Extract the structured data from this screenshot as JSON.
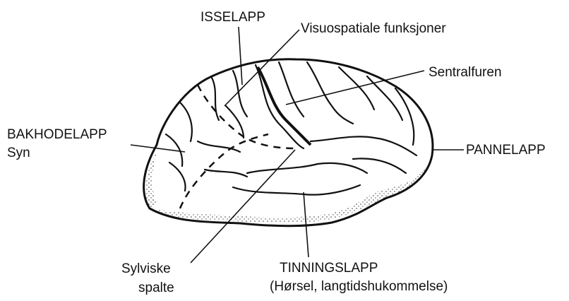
{
  "labels": {
    "isselapp": "ISSELAPP",
    "visuospatial": "Visuospatiale funksjoner",
    "sentralfuren": "Sentralfuren",
    "bakhodelapp": "BAKHODELAPP",
    "syn": "Syn",
    "pannelapp": "PANNELAPP",
    "sylviske": "Sylviske",
    "spalte": "spalte",
    "tinningslapp": "TINNINGSLAPP",
    "tinningslapp_desc": "(Hørsel, langtidshukommelse)"
  },
  "colors": {
    "ink": "#111111",
    "background": "#ffffff"
  }
}
